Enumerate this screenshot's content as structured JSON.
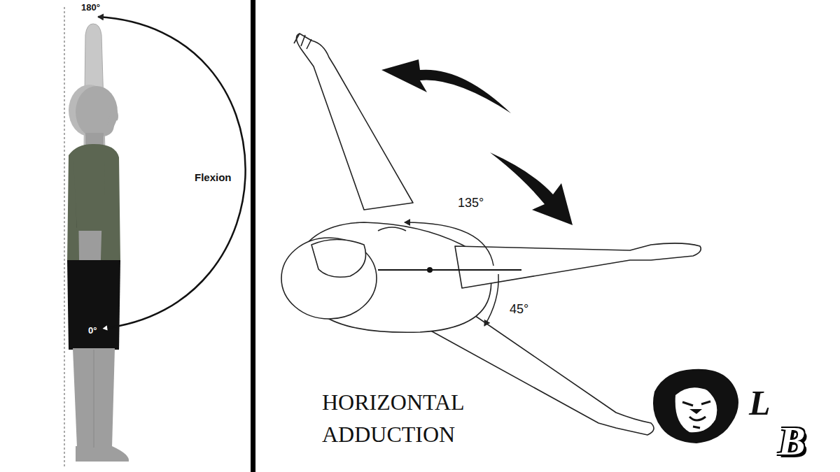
{
  "diagram": {
    "labels": [
      "180°",
      "Flexion",
      "0°",
      "135°",
      "45°",
      "HORIZONTAL ADDUCTION",
      "L",
      "B"
    ]
  }
}
